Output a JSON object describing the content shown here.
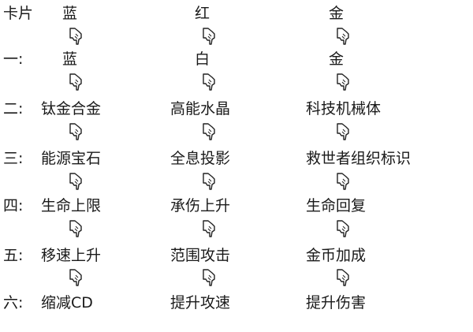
{
  "header": {
    "label": "卡片",
    "columns": [
      "蓝",
      "红",
      "金"
    ]
  },
  "rows": [
    {
      "label": "一:",
      "cells": [
        "蓝",
        "白",
        "金"
      ]
    },
    {
      "label": "二:",
      "cells": [
        "钛金合金",
        "高能水晶",
        "科技机械体"
      ]
    },
    {
      "label": "三:",
      "cells": [
        "能源宝石",
        "全息投影",
        "救世者组织标识"
      ]
    },
    {
      "label": "四:",
      "cells": [
        "生命上限",
        "承伤上升",
        "生命回复"
      ]
    },
    {
      "label": "五:",
      "cells": [
        "移速上升",
        "范围攻击",
        "金币加成"
      ]
    },
    {
      "label": "六:",
      "cells": [
        "缩减CD",
        "提升攻速",
        "提升伤害"
      ]
    }
  ],
  "icons": {
    "arrow": "pointing-down-hand-icon"
  }
}
